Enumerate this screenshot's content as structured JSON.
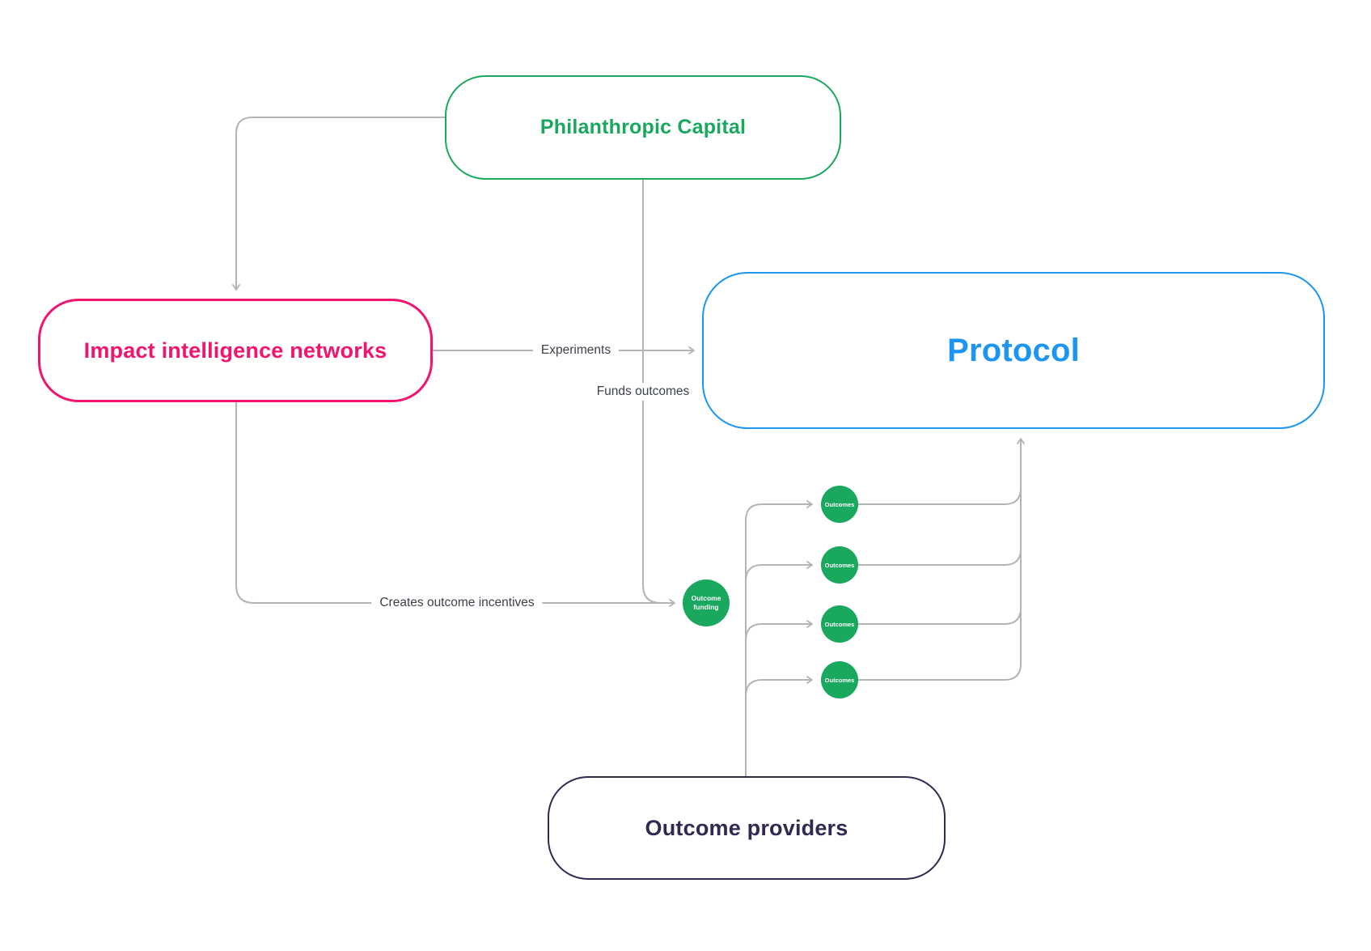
{
  "diagram": {
    "nodes": {
      "philanthropic_capital": {
        "label": "Philanthropic Capital",
        "color": "#1aa85e"
      },
      "impact_networks": {
        "label": "Impact intelligence networks",
        "color": "#f2146e"
      },
      "protocol": {
        "label": "Protocol",
        "color": "#1d96f2"
      },
      "outcome_providers": {
        "label": "Outcome providers",
        "color": "#2f2a52"
      }
    },
    "edges": {
      "experiments": {
        "label": "Experiments",
        "from": "Impact intelligence networks",
        "to": "Protocol"
      },
      "funds_outcomes": {
        "label": "Funds outcomes",
        "from": "Philanthropic Capital",
        "to": "Outcome funding"
      },
      "creates_outcome_incentives": {
        "label": "Creates outcome incentives",
        "from": "Impact intelligence networks",
        "to": "Outcome funding"
      }
    },
    "badges": {
      "outcome_funding": {
        "label": "Outcome funding"
      },
      "outcomes": [
        {
          "label": "Outcomes"
        },
        {
          "label": "Outcomes"
        },
        {
          "label": "Outcomes"
        },
        {
          "label": "Outcomes"
        }
      ]
    },
    "colors": {
      "green": "#1aa85e",
      "pink": "#f2146e",
      "blue": "#1d96f2",
      "navy": "#2f2a52",
      "line_gray": "#b4b4b4",
      "label_text": "#3c414b"
    }
  }
}
